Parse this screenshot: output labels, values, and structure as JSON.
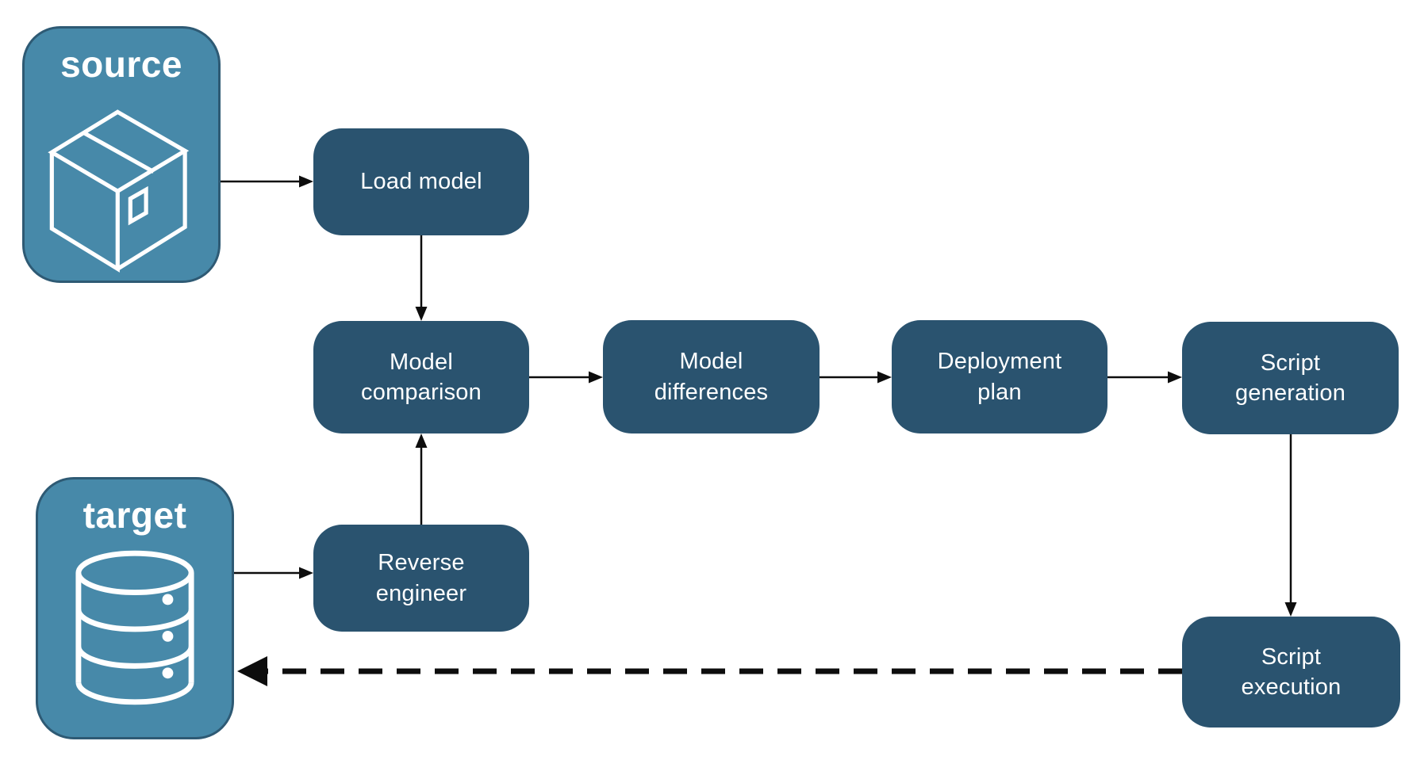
{
  "diagram": {
    "containers": {
      "source": {
        "label": "source",
        "icon": "package-box-icon"
      },
      "target": {
        "label": "target",
        "icon": "database-icon"
      }
    },
    "nodes": {
      "load_model": {
        "label": "Load model"
      },
      "model_comparison": {
        "label": "Model\ncomparison"
      },
      "model_differences": {
        "label": "Model\ndifferences"
      },
      "deployment_plan": {
        "label": "Deployment\nplan"
      },
      "script_generation": {
        "label": "Script\ngeneration"
      },
      "reverse_engineer": {
        "label": "Reverse\nengineer"
      },
      "script_execution": {
        "label": "Script\nexecution"
      }
    },
    "edges": [
      {
        "from": "source",
        "to": "load_model",
        "style": "solid"
      },
      {
        "from": "load_model",
        "to": "model_comparison",
        "style": "solid"
      },
      {
        "from": "model_comparison",
        "to": "model_differences",
        "style": "solid"
      },
      {
        "from": "model_differences",
        "to": "deployment_plan",
        "style": "solid"
      },
      {
        "from": "deployment_plan",
        "to": "script_generation",
        "style": "solid"
      },
      {
        "from": "script_generation",
        "to": "script_execution",
        "style": "solid"
      },
      {
        "from": "target",
        "to": "reverse_engineer",
        "style": "solid"
      },
      {
        "from": "reverse_engineer",
        "to": "model_comparison",
        "style": "solid"
      },
      {
        "from": "script_execution",
        "to": "target",
        "style": "dashed"
      }
    ],
    "colors": {
      "node_fill": "#2A536F",
      "container_fill": "#4789A9",
      "container_border": "#2E5A74",
      "arrow": "#0D0D0D",
      "text": "#FFFFFF",
      "background": "#FFFFFF"
    }
  }
}
